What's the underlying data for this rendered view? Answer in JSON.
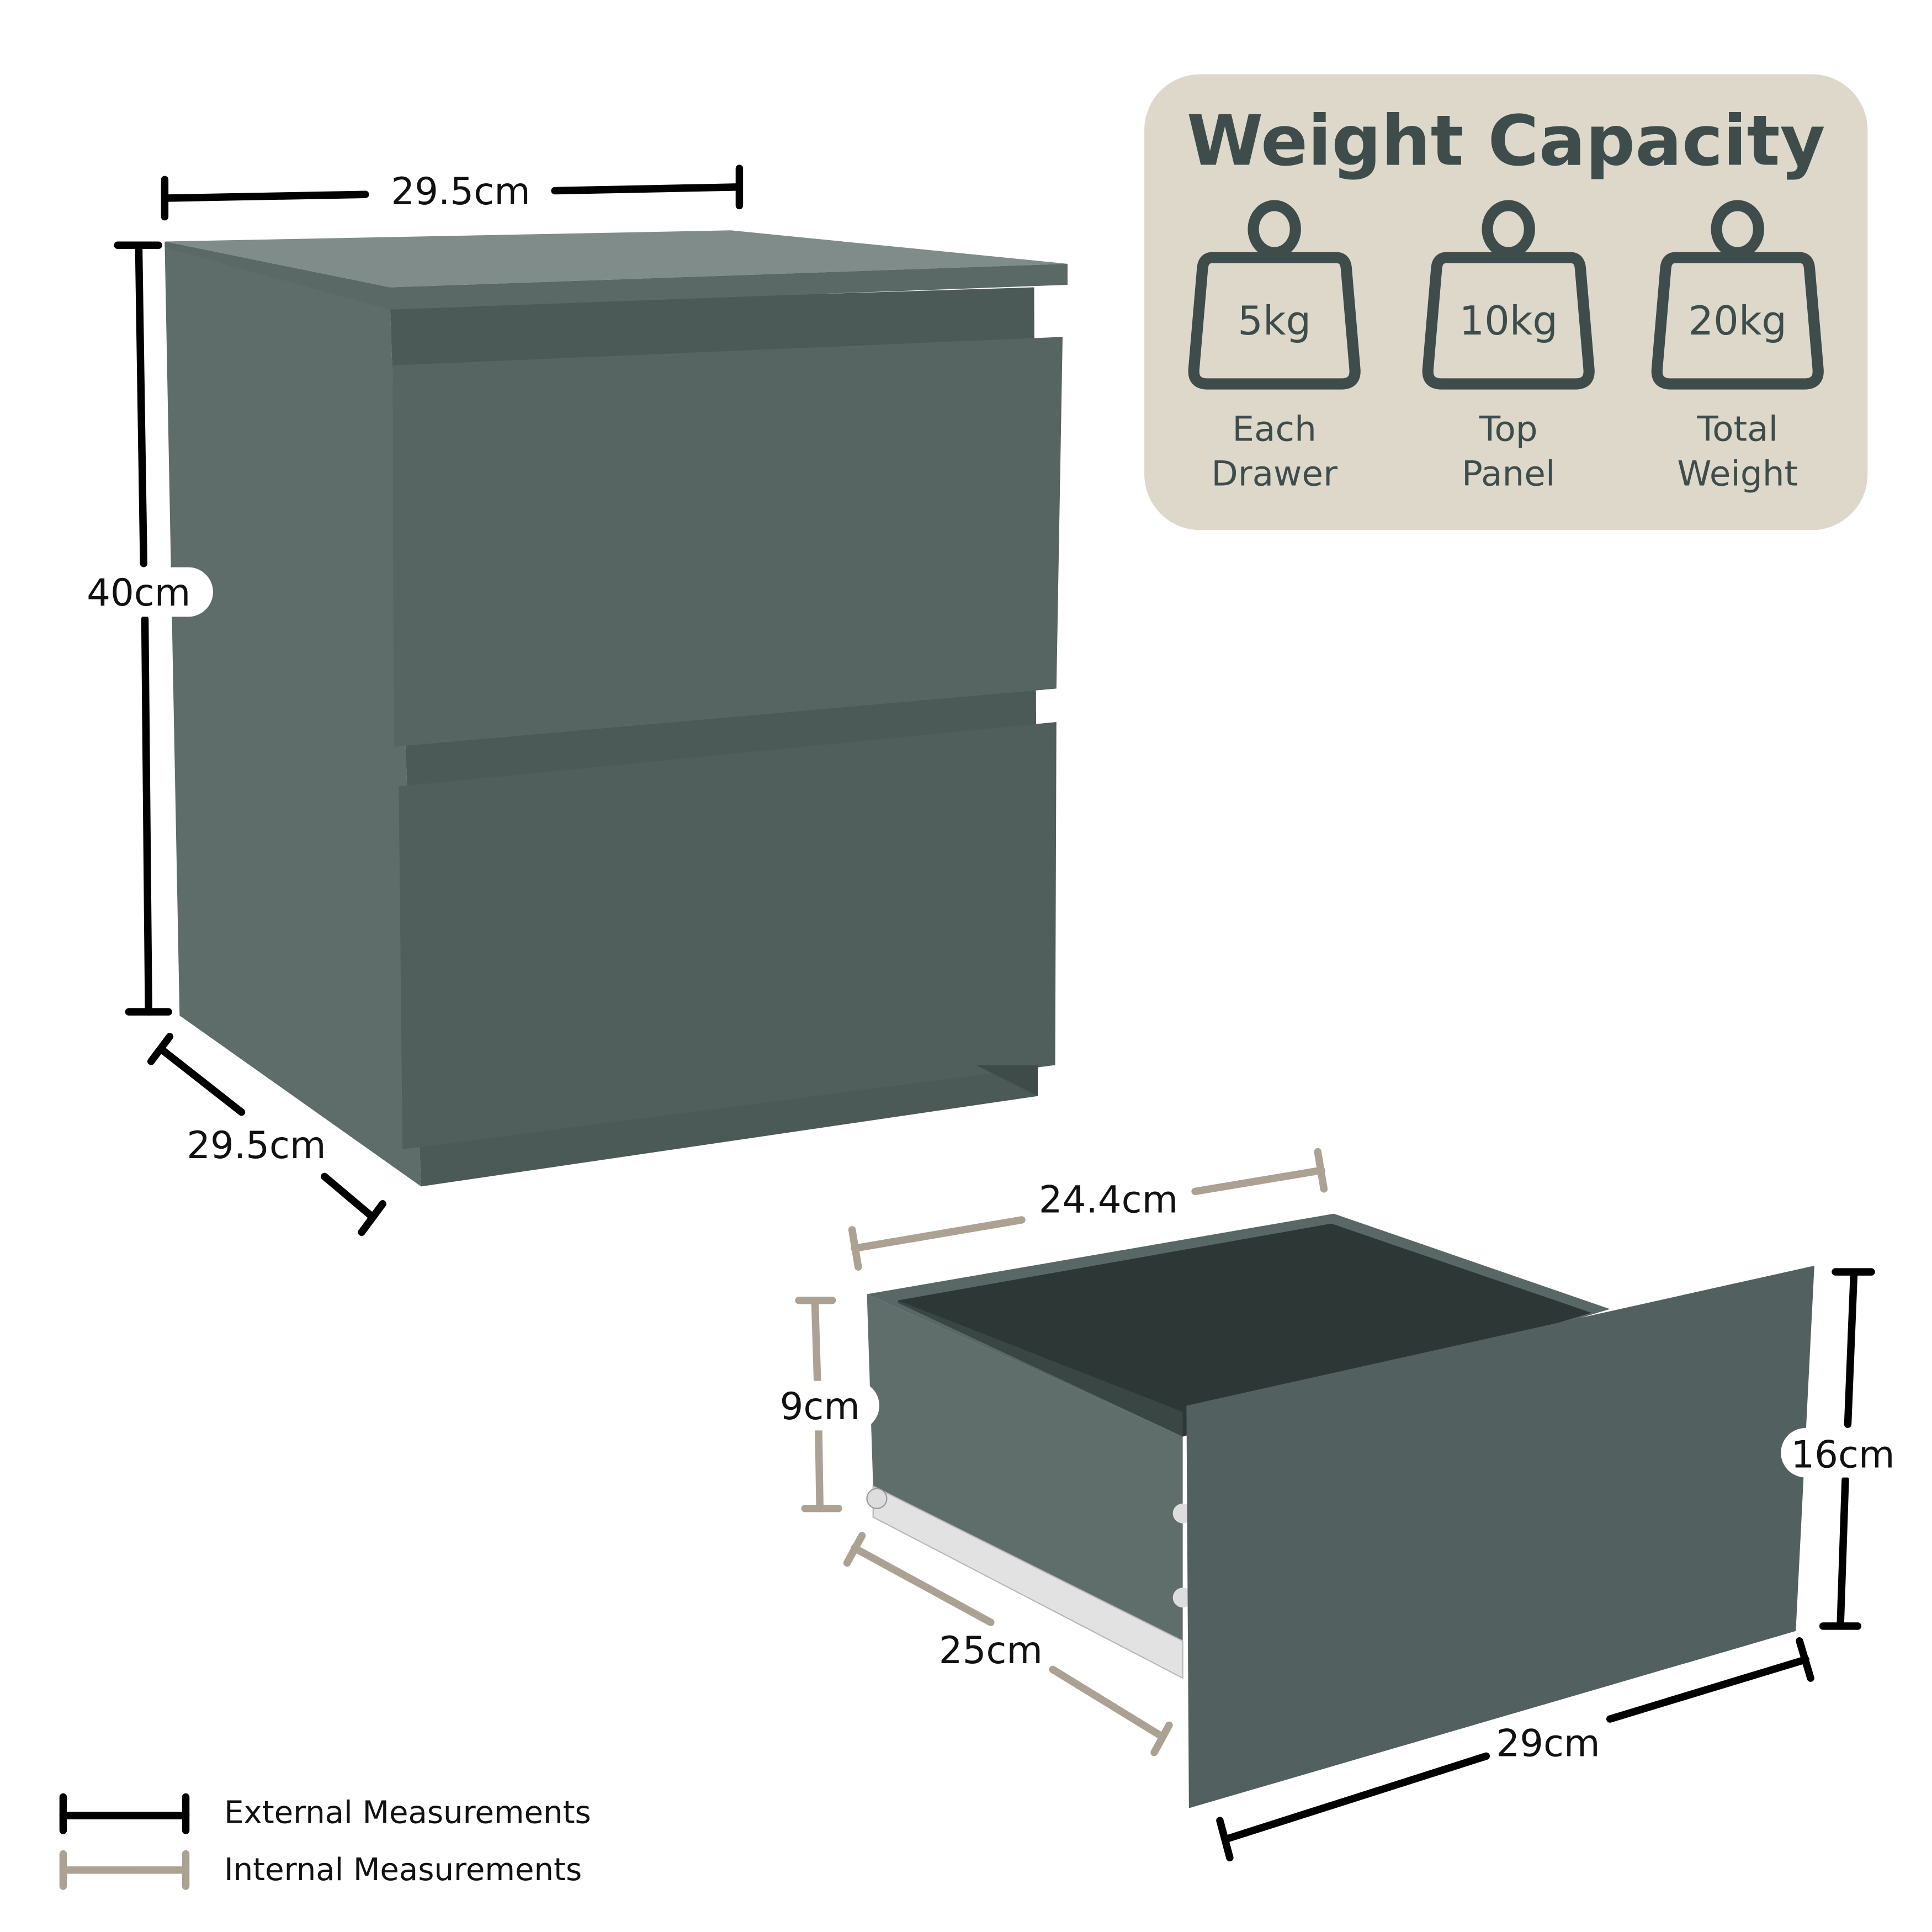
{
  "colors": {
    "cabinet": "#52615f",
    "cabinet_side": "#5e6d6a",
    "cabinet_top": "#7d8a87",
    "interior": "#2d3836",
    "panel_bg": "#ddd8ca",
    "panel_ink": "#3e4d4c",
    "external": "#000000",
    "internal": "#aba294"
  },
  "cabinet_dimensions": {
    "width": "29.5cm",
    "height": "40cm",
    "depth": "29.5cm"
  },
  "drawer_dimensions": {
    "internal_width": "24.4cm",
    "internal_height": "9cm",
    "internal_depth": "25cm",
    "front_height": "16cm",
    "front_width": "29cm"
  },
  "weight_capacity": {
    "title": "Weight Capacity",
    "items": [
      {
        "value": "5kg",
        "line1": "Each",
        "line2": "Drawer"
      },
      {
        "value": "10kg",
        "line1": "Top",
        "line2": "Panel"
      },
      {
        "value": "20kg",
        "line1": "Total",
        "line2": "Weight"
      }
    ]
  },
  "legend": {
    "external": "External Measurements",
    "internal": "Internal Measurements"
  }
}
